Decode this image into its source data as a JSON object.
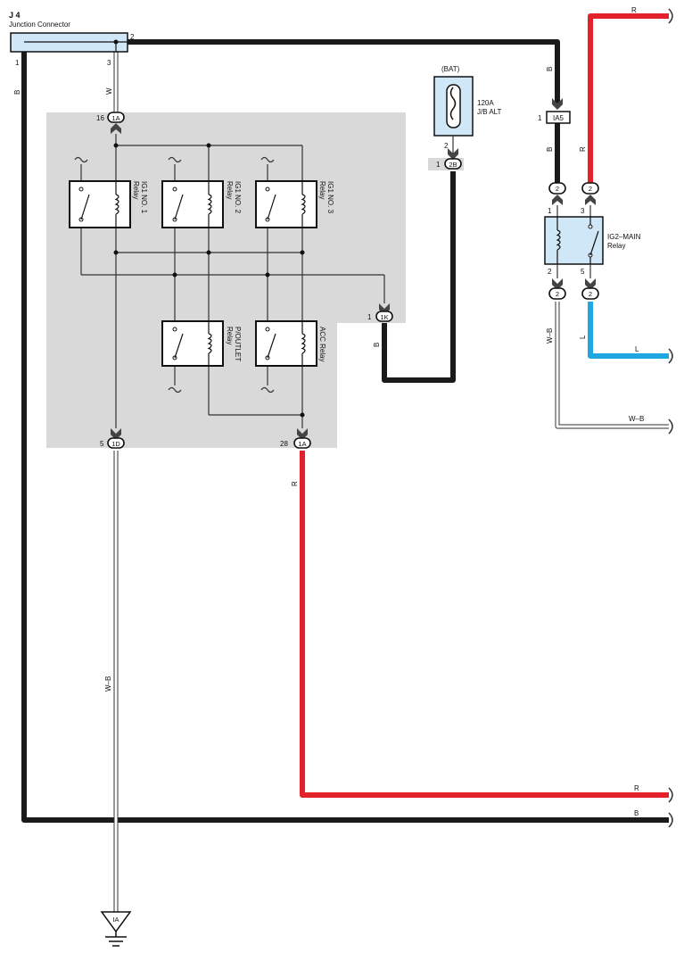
{
  "junction": {
    "code": "J 4",
    "name": "Junction Connector",
    "pin1": "1",
    "pin2": "2",
    "pin3": "3"
  },
  "wires": {
    "B": "B",
    "W": "W",
    "R": "R",
    "L": "L",
    "WB": "W–B"
  },
  "connectors": {
    "c1A": "1A",
    "c1D": "1D",
    "c1K": "1K",
    "c2B": "2B",
    "cIA5": "IA5",
    "c2": "2",
    "cIA": "IA"
  },
  "pins": {
    "p16": "16",
    "p5": "5",
    "p28": "28",
    "p1": "1",
    "p2": "2",
    "p3": "3"
  },
  "fuse": {
    "source": "(BAT)",
    "rating": "120A",
    "name": "J/B ALT"
  },
  "relays": {
    "ig1_no1": [
      "IG1 NO. 1",
      "Relay"
    ],
    "ig1_no2": [
      "IG1 NO. 2",
      "Relay"
    ],
    "ig1_no3": [
      "IG1 NO. 3",
      "Relay"
    ],
    "poutlet": [
      "P/OUTLET",
      "Relay"
    ],
    "acc": [
      "ACC Relay"
    ],
    "ig2_main": [
      "IG2–MAIN",
      "Relay"
    ]
  },
  "colors": {
    "black": "#1a1a1a",
    "red": "#e3212b",
    "blue": "#1ea7e1",
    "panel": "#d9d9d9",
    "connector": "#cfe7f7"
  }
}
